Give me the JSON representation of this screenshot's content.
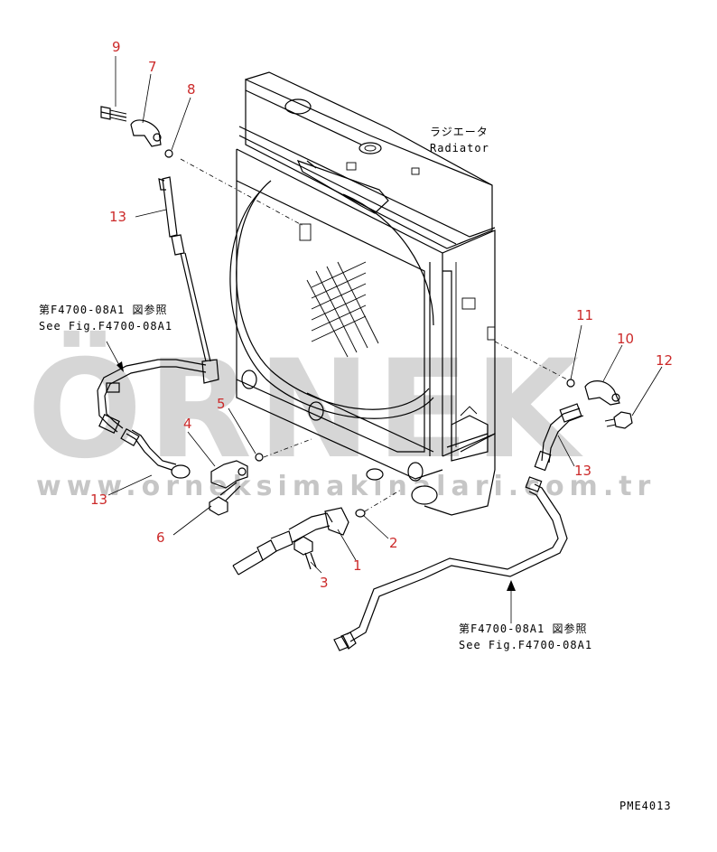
{
  "diagram": {
    "title_jp": "ラジエータ",
    "title_en": "Radiator",
    "see_ref_top": {
      "jp": "第F4700-08A1 図参照",
      "en": "See Fig.F4700-08A1"
    },
    "see_ref_bottom": {
      "jp": "第F4700-08A1 図参照",
      "en": "See Fig.F4700-08A1"
    },
    "drawing_code": "PME4013",
    "callouts": {
      "c9": "9",
      "c7": "7",
      "c8": "8",
      "c13a": "13",
      "c4": "4",
      "c5": "5",
      "c13b": "13",
      "c6": "6",
      "c3": "3",
      "c1": "1",
      "c2": "2",
      "c11": "11",
      "c10": "10",
      "c12": "12",
      "c13c": "13"
    },
    "callout_color": "#cc2a2a"
  },
  "watermark": {
    "brand": "ÖRNEK",
    "url": "www.orneksimakinalari.com.tr"
  }
}
